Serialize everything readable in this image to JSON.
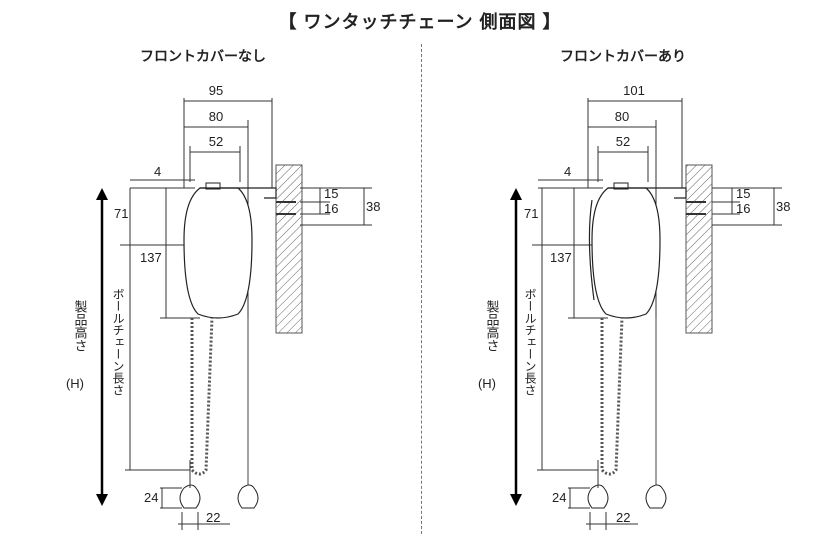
{
  "title": "【 ワンタッチチェーン 側面図 】",
  "panels": [
    {
      "subtitle": "フロントカバーなし",
      "dims": {
        "top_width": "95",
        "mid_width": "80",
        "inner_width": "52",
        "small_gap": "4",
        "height_upper": "71",
        "height_total": "137",
        "bracket_upper": "15",
        "bracket_lower": "16",
        "bracket_total": "38",
        "knob_height": "24",
        "knob_width": "22"
      },
      "label_chain": "ボールチェーン長さ",
      "label_height_line1": "製品高さ",
      "label_height_line2": "(H)"
    },
    {
      "subtitle": "フロントカバーあり",
      "dims": {
        "top_width": "101",
        "mid_width": "80",
        "inner_width": "52",
        "small_gap": "4",
        "height_upper": "71",
        "height_total": "137",
        "bracket_upper": "15",
        "bracket_lower": "16",
        "bracket_total": "38",
        "knob_height": "24",
        "knob_width": "22"
      },
      "label_chain": "ボールチェーン長さ",
      "label_height_line1": "製品高さ",
      "label_height_line2": "(H)"
    }
  ]
}
